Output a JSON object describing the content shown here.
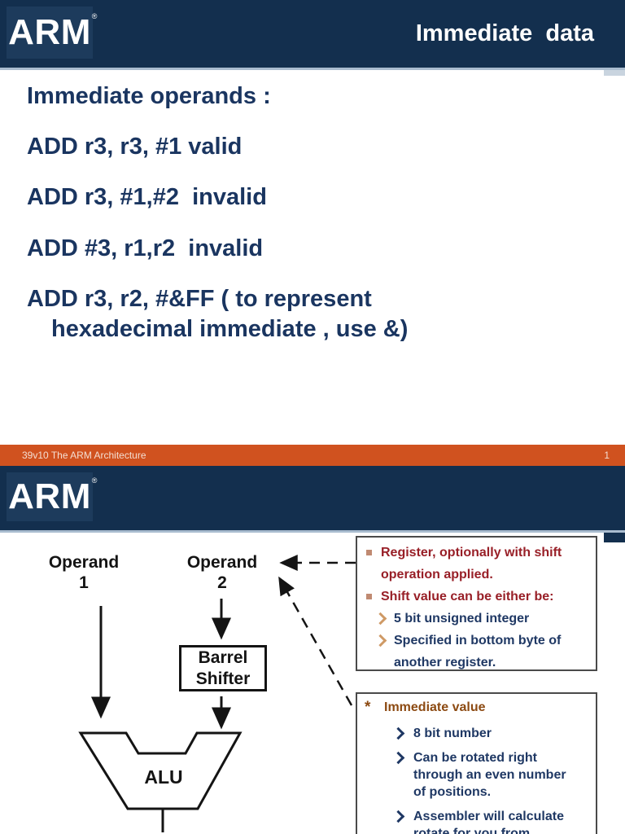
{
  "colors": {
    "header_navy": "#132f4e",
    "logo_patch_navy": "#1d3b5c",
    "footer_orange": "#d0521f",
    "slide_text_navy": "#1a3560",
    "box_text_navy": "#1f3864",
    "box_text_maroon": "#981f27",
    "box_text_brown": "#8c4a12",
    "bullet_tan": "#c08a72",
    "diagram_black": "#141414"
  },
  "slide1": {
    "logo": "ARM",
    "logo_reg": "®",
    "title": "Immediate  data",
    "lines": [
      "Immediate operands :",
      "ADD r3, r3, #1 valid",
      "ADD r3, #1,#2  invalid",
      "ADD #3, r1,r2  invalid",
      "ADD r3, r2, #&FF ( to represent",
      "hexadecimal immediate , use &)"
    ],
    "footer": {
      "left": "39v10 The ARM Architecture",
      "page": "1"
    }
  },
  "slide2": {
    "logo": "ARM",
    "logo_reg": "®",
    "diagram": {
      "operand1_word": "Operand",
      "operand1_num": "1",
      "operand2_word": "Operand",
      "operand2_num": "2",
      "barrel_line1": "Barrel",
      "barrel_line2": "Shifter",
      "alu": "ALU"
    },
    "box1": {
      "items": [
        "Register, optionally with shift operation applied.",
        "Shift value can be either be:",
        "5 bit unsigned integer",
        "Specified in bottom byte of another register."
      ]
    },
    "box2": {
      "star": "*",
      "title": "Immediate value",
      "items": [
        "8 bit number",
        "Can be rotated right through an even number of positions.",
        "Assembler will calculate rotate for you from"
      ]
    }
  }
}
